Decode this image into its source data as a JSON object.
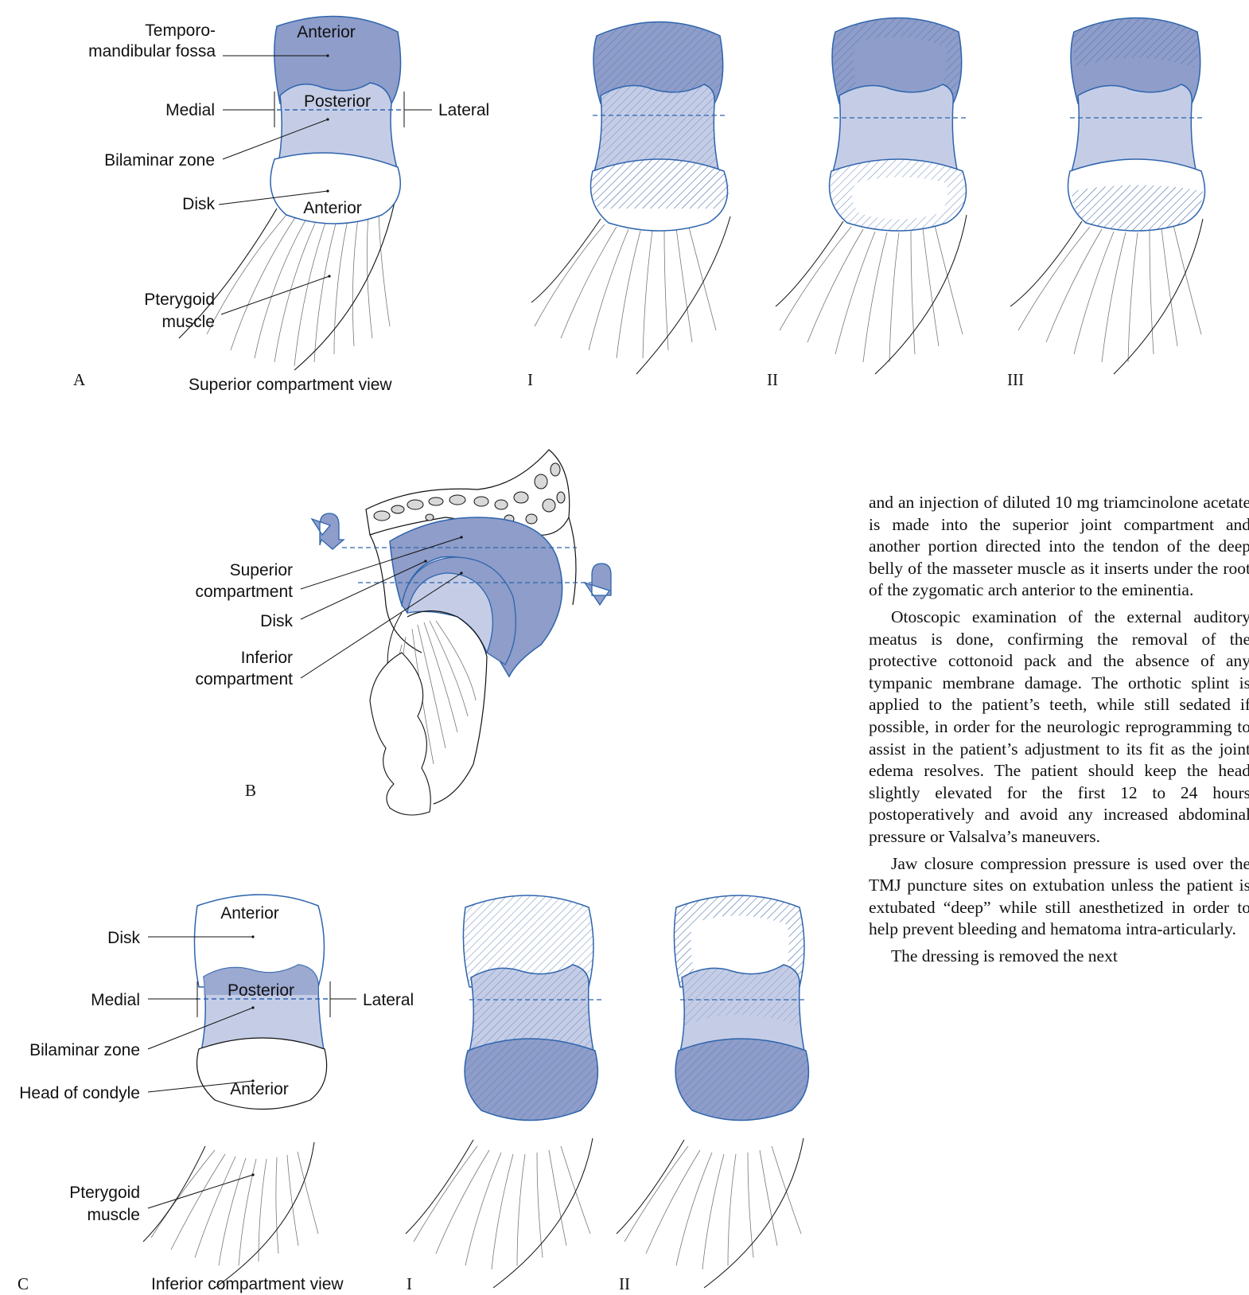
{
  "figure": {
    "panel_a": {
      "letter": "A",
      "caption": "Superior compartment view",
      "labels": {
        "fossa": "Temporo-\nmandibular fossa",
        "anterior_top": "Anterior",
        "posterior": "Posterior",
        "medial": "Medial",
        "lateral": "Lateral",
        "bilaminar": "Bilaminar zone",
        "disk": "Disk",
        "anterior_bottom": "Anterior",
        "pterygoid": "Pterygoid\nmuscle"
      },
      "stages": [
        "I",
        "II",
        "III"
      ]
    },
    "panel_b": {
      "letter": "B",
      "labels": {
        "superior": "Superior\ncompartment",
        "disk": "Disk",
        "inferior": "Inferior\ncompartment"
      }
    },
    "panel_c": {
      "letter": "C",
      "caption": "Inferior compartment view",
      "labels": {
        "disk": "Disk",
        "anterior_top": "Anterior",
        "posterior": "Posterior",
        "medial": "Medial",
        "lateral": "Lateral",
        "bilaminar": "Bilaminar zone",
        "condyle": "Head of condyle",
        "anterior_bottom": "Anterior",
        "pterygoid": "Pterygoid\nmuscle"
      },
      "stages": [
        "I",
        "II"
      ]
    },
    "colors": {
      "dark_blue": "#8e9dc9",
      "light_blue": "#c5cde6",
      "outline": "#2e64ad",
      "hatch": "#3b63a8"
    }
  },
  "text": {
    "para1": "and an injection of diluted 10 mg triamcinolone acetate is made into the superior joint compartment and another portion directed into the tendon of the deep belly of the masseter muscle as it inserts under the root of the zygomatic arch anterior to the eminentia.",
    "para2": "Otoscopic examination of the external auditory meatus is done, confirming the removal of the protective cottonoid pack and the absence of any tympanic membrane damage. The orthotic splint is applied to the patient’s teeth, while still sedated if possible, in order for the neurologic reprogramming to assist in the patient’s adjustment to its fit as the joint edema resolves. The patient should keep the head slightly elevated for the first 12 to 24 hours postoperatively and avoid any increased abdominal pressure or Valsalva’s maneuvers.",
    "para3": "Jaw closure compression pressure is used over the TMJ puncture sites on extubation unless the patient is extubated “deep” while still anesthetized in order to help prevent bleeding and hematoma intra-articularly.",
    "para4": "The dressing is removed the next"
  }
}
